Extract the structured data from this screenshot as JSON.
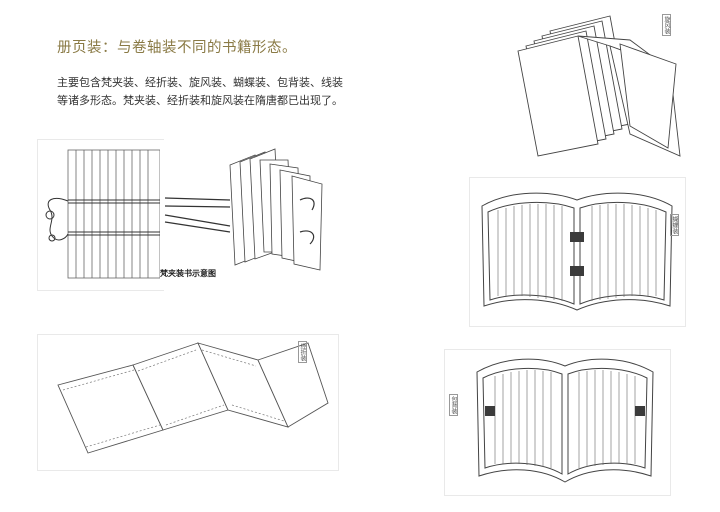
{
  "heading": "册页装：与卷轴装不同的书籍形态。",
  "intro": {
    "line1": "主要包含梵夹装、经折装、旋风装、蝴蝶装、包背装、线装",
    "line2": "等诸多形态。梵夹装、经折装和旋风装在隋唐都已出现了。"
  },
  "figures": {
    "fanjia": {
      "caption": "梵夹装书示意图"
    },
    "jingzhe": {
      "label": "经折装"
    },
    "xuanfeng": {
      "label": "旋风装"
    },
    "hudie": {
      "label": "蝴蝶装"
    },
    "baobei": {
      "label": "包背装"
    }
  }
}
